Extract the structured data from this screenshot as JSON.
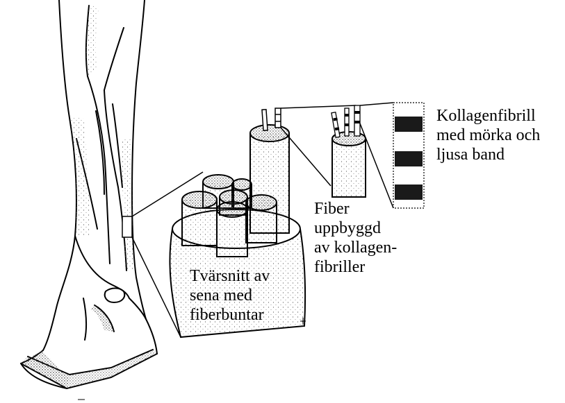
{
  "labels": {
    "cross_section": [
      "Tvärsnitt av",
      "sena med",
      "fiberbuntar"
    ],
    "fiber": [
      "Fiber",
      "uppbyggd",
      "av kollagen-",
      "fibriller"
    ],
    "fibril": [
      "Kollagenfibrill",
      "med mörka och",
      "ljusa band"
    ]
  },
  "colors": {
    "ink": "#000000",
    "paper": "#ffffff",
    "band": "#1a1a1a"
  }
}
